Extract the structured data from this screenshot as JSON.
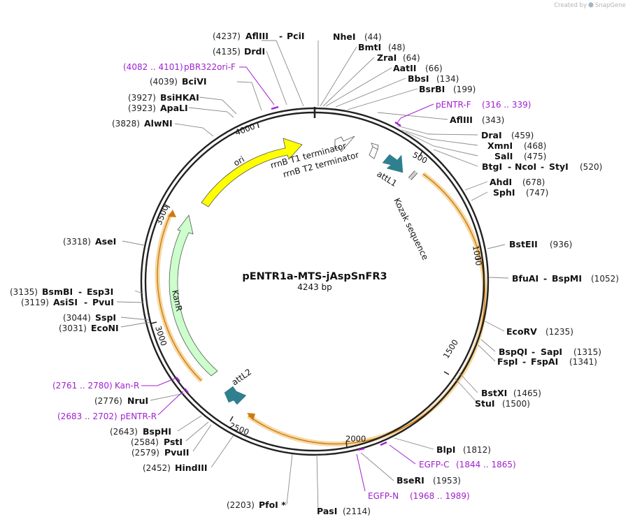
{
  "plasmid": {
    "name": "pENTR1a-MTS-jAspSnFR3",
    "length_label": "4243 bp",
    "length": 4243
  },
  "credit": {
    "created_by": "Created by",
    "brand": "SnapGene"
  },
  "ticks": [
    "500",
    "1000",
    "1500",
    "2000",
    "2500",
    "3000",
    "3500",
    "4000"
  ],
  "sites": [
    {
      "pos": "(4237)",
      "names": [
        "AflIII",
        "PciI"
      ],
      "side": "left"
    },
    {
      "pos": "(44)",
      "names": [
        "NheI"
      ],
      "side": "right"
    },
    {
      "pos": "(48)",
      "names": [
        "BmtI"
      ],
      "side": "right"
    },
    {
      "pos": "(64)",
      "names": [
        "ZraI"
      ],
      "side": "right"
    },
    {
      "pos": "(66)",
      "names": [
        "AatII"
      ],
      "side": "right"
    },
    {
      "pos": "(134)",
      "names": [
        "BbsI"
      ],
      "side": "right"
    },
    {
      "pos": "(199)",
      "names": [
        "BsrBI"
      ],
      "side": "right"
    },
    {
      "pos": "(343)",
      "names": [
        "AflIII"
      ],
      "side": "right"
    },
    {
      "pos": "(459)",
      "names": [
        "DraI"
      ],
      "side": "right"
    },
    {
      "pos": "(468)",
      "names": [
        "XmnI"
      ],
      "side": "right"
    },
    {
      "pos": "(475)",
      "names": [
        "SalI"
      ],
      "side": "right"
    },
    {
      "pos": "(520)",
      "names": [
        "BtgI",
        "NcoI",
        "StyI"
      ],
      "side": "right"
    },
    {
      "pos": "(678)",
      "names": [
        "AhdI"
      ],
      "side": "right"
    },
    {
      "pos": "(747)",
      "names": [
        "SphI"
      ],
      "side": "right"
    },
    {
      "pos": "(936)",
      "names": [
        "BstEII"
      ],
      "side": "right"
    },
    {
      "pos": "(1052)",
      "names": [
        "BfuAI",
        "BspMI"
      ],
      "side": "right"
    },
    {
      "pos": "(1235)",
      "names": [
        "EcoRV"
      ],
      "side": "right"
    },
    {
      "pos": "(1315)",
      "names": [
        "BspQI",
        "SapI"
      ],
      "side": "right"
    },
    {
      "pos": "(1341)",
      "names": [
        "FspI",
        "FspAI"
      ],
      "side": "right"
    },
    {
      "pos": "(1465)",
      "names": [
        "BstXI"
      ],
      "side": "right"
    },
    {
      "pos": "(1500)",
      "names": [
        "StuI"
      ],
      "side": "right"
    },
    {
      "pos": "(1812)",
      "names": [
        "BlpI"
      ],
      "side": "right"
    },
    {
      "pos": "(1953)",
      "names": [
        "BseRI"
      ],
      "side": "right"
    },
    {
      "pos": "(2114)",
      "names": [
        "PasI"
      ],
      "side": "right"
    },
    {
      "pos": "(2203)",
      "names": [
        "PfoI *"
      ],
      "side": "left"
    },
    {
      "pos": "(2452)",
      "names": [
        "HindIII"
      ],
      "side": "left"
    },
    {
      "pos": "(2579)",
      "names": [
        "PvuII"
      ],
      "side": "left"
    },
    {
      "pos": "(2584)",
      "names": [
        "PstI"
      ],
      "side": "left"
    },
    {
      "pos": "(2643)",
      "names": [
        "BspHI"
      ],
      "side": "left"
    },
    {
      "pos": "(2776)",
      "names": [
        "NruI"
      ],
      "side": "left"
    },
    {
      "pos": "(3031)",
      "names": [
        "EcoNI"
      ],
      "side": "left"
    },
    {
      "pos": "(3044)",
      "names": [
        "SspI"
      ],
      "side": "left"
    },
    {
      "pos": "(3119)",
      "names": [
        "AsiSI",
        "PvuI"
      ],
      "side": "left"
    },
    {
      "pos": "(3135)",
      "names": [
        "BsmBI",
        "Esp3I"
      ],
      "side": "left"
    },
    {
      "pos": "(3318)",
      "names": [
        "AseI"
      ],
      "side": "left"
    },
    {
      "pos": "(3828)",
      "names": [
        "AlwNI"
      ],
      "side": "left"
    },
    {
      "pos": "(3923)",
      "names": [
        "ApaLI"
      ],
      "side": "left"
    },
    {
      "pos": "(3927)",
      "names": [
        "BsiHKAI"
      ],
      "side": "left"
    },
    {
      "pos": "(4039)",
      "names": [
        "BciVI"
      ],
      "side": "left"
    },
    {
      "pos": "(4135)",
      "names": [
        "DrdI"
      ],
      "side": "left"
    }
  ],
  "primers": [
    {
      "range": "(4082 .. 4101)",
      "name": "pBR322ori-F",
      "side": "left"
    },
    {
      "range": "(316 .. 339)",
      "name": "pENTR-F",
      "side": "right"
    },
    {
      "range": "(1844 .. 1865)",
      "name": "EGFP-C",
      "side": "right"
    },
    {
      "range": "(1968 .. 1989)",
      "name": "EGFP-N",
      "side": "right"
    },
    {
      "range": "(2761 .. 2780)",
      "name": "Kan-R",
      "side": "left"
    },
    {
      "range": "(2683 .. 2702)",
      "name": "pENTR-R",
      "side": "left"
    }
  ],
  "features": [
    {
      "name": "ori",
      "color": "#ffff00"
    },
    {
      "name": "KanR",
      "color": "#ccffcc"
    },
    {
      "name": "rrnB T1 terminator",
      "color": "#ffffff"
    },
    {
      "name": "rrnB T2 terminator",
      "color": "#ffffff"
    },
    {
      "name": "attL1",
      "color": "#2f7f8f"
    },
    {
      "name": "attL2",
      "color": "#2f7f8f"
    },
    {
      "name": "Kozak sequence",
      "color": "#cccccc"
    }
  ],
  "colors": {
    "backbone": "#222222",
    "primer": "#a020d0",
    "orf_highlight": "#f6d8a2",
    "orf_line": "#cc7a10",
    "attL": "#2f7f8f",
    "ori": "#ffff00",
    "kanr": "#ccffcc"
  }
}
